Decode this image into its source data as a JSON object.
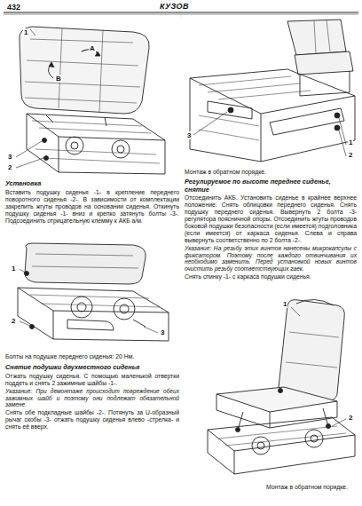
{
  "diagram": {
    "title": "КУЗОВ",
    "labels": [
      "432",
      "1",
      "A",
      "B",
      "3",
      "2",
      "Установка",
      "Вставить подушку сиденья -1- в крепление переднего поворотного сиденья -2-. В зависимости от комплектации закрепить жгуты проводов на основании сиденья. Откинуть подушку сиденья -1- вниз и крепко затянуть болты -3-. Подсоединить отрицательную клемму к АКБ а/м.",
      "1",
      "2",
      "3",
      "Болты на подушке переднего сиденья: 20 Нм.",
      "Снятие подушки двухместного сиденья",
      "Отжать подушку сиденья. С помощью маленькой отвертки поддеть и снять 2 зажимные шайбы -1-.",
      "Указание: При демонтаже происходит повреждение обеих зажимных шайб и поэтому они подлежат обязательной замене.",
      "Снять обе подкладные шайбы -2-. Потянуть за U-образный рычаг скобы -3- отжать подушку сиденья влево -стрелка- и снять её вверх.",
      "3",
      "1",
      "2",
      "Монтаж в обратном порядке.",
      "Регулируемое по высоте переднее сиденье, снятие",
      "Отсоединить АКБ. Установить сиденье в крайнее верхнее положение. Снять облицовки переднего сиденья. Снять подушку переднего сиденья. Вывернуть 2 болта -3- регулятора поясничной опоры. Отсоединить жгуты проводов боковой подушки безопасности (если имеется) подголовника (если имеется) от каркаса сиденья. Слева и справа вывернуть соответственно по 2 болта -2-.",
      "Указание: На резьбу этих винтов нанесены микрокапсулы с фиксатором. Поэтому после каждого отвинчивания их необходимо заменить. Перед установкой новых винтов очистить резьбу соответствующих гаек.",
      "Снять спинку -1- с каркаса подушки сиденья.",
      "1",
      "2",
      "Монтаж в обратном порядке."
    ]
  }
}
